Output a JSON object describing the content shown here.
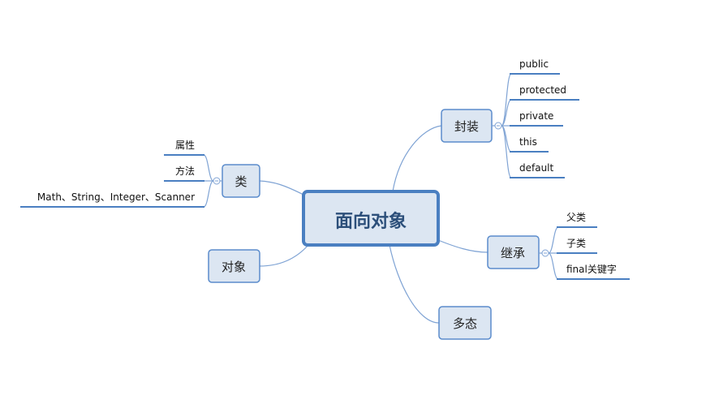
{
  "mindmap": {
    "root": "面向对象",
    "branches": {
      "encapsulation": {
        "label": "封装",
        "children": [
          "public",
          "protected",
          "private",
          "this",
          "default"
        ]
      },
      "class": {
        "label": "类",
        "children": [
          "属性",
          "方法",
          "Math、String、Integer、Scanner"
        ]
      },
      "object": {
        "label": "对象"
      },
      "inheritance": {
        "label": "继承",
        "children": [
          "父类",
          "子类",
          "final关键字"
        ]
      },
      "polymorphism": {
        "label": "多态"
      }
    }
  },
  "colors": {
    "node_fill": "#dce6f2",
    "node_border": "#5b8ccc",
    "root_border": "#4a7fc1",
    "root_text": "#2c4f7a",
    "connector": "#7fa3d4",
    "underline": "#4a7fc1"
  }
}
